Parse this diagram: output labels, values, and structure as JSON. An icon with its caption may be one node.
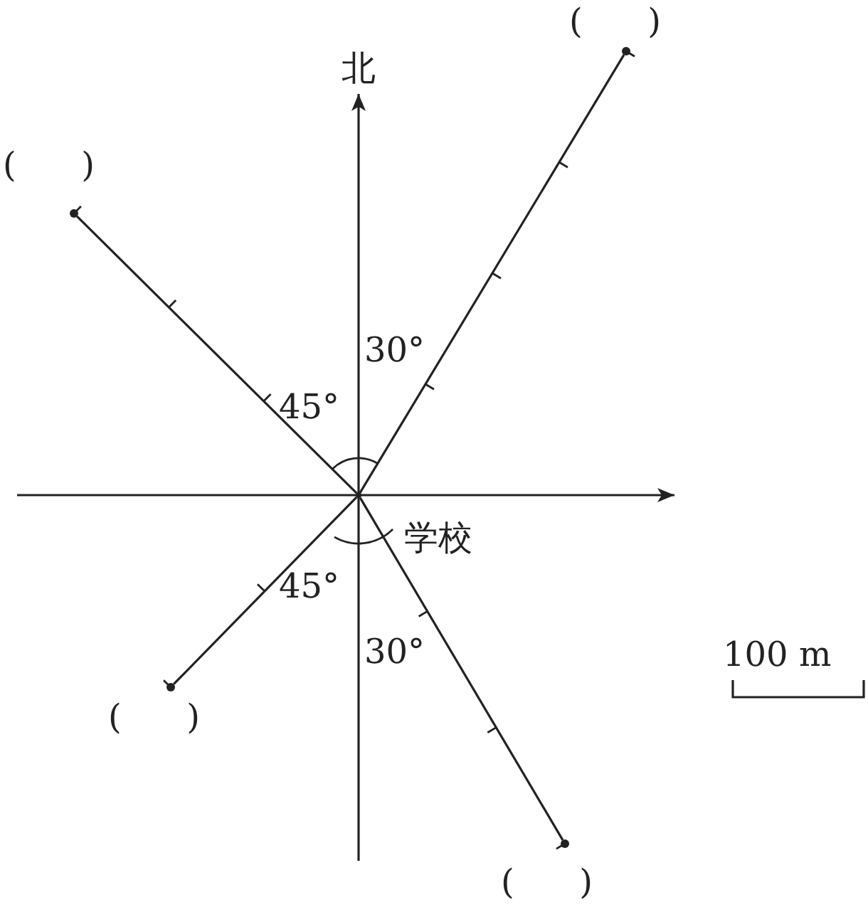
{
  "diagram": {
    "nodes": [
      {
        "text": [],
        "shape": "circle",
        "beside": [
          "学校"
        ]
      },
      {
        "text": [],
        "shape": "circle",
        "beside": [
          "(      )"
        ]
      },
      {
        "text": [],
        "shape": "circle",
        "beside": [
          "(      )"
        ]
      },
      {
        "text": [],
        "shape": "circle",
        "beside": [
          "(      )"
        ]
      },
      {
        "text": [],
        "shape": "circle",
        "beside": [
          "(      )"
        ]
      }
    ],
    "edges": [
      {
        "from": 0,
        "to": 1,
        "arrow": "none"
      },
      {
        "from": 0,
        "to": 2,
        "arrow": "none"
      },
      {
        "from": 0,
        "to": 3,
        "arrow": "none"
      },
      {
        "from": 0,
        "to": 4,
        "arrow": "none"
      }
    ],
    "labels": [
      "北",
      "30°",
      "45°",
      "45°",
      "30°",
      "100 m"
    ]
  }
}
